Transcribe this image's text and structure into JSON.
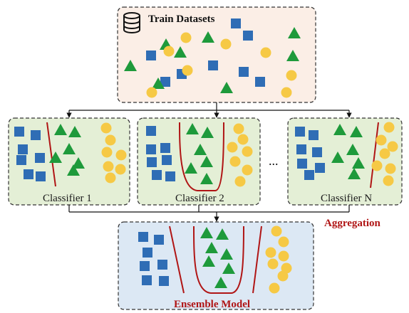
{
  "title": "Train Datasets",
  "classifiers": [
    "Classifier 1",
    "Classifier 2",
    "Classifier N"
  ],
  "ellipsis": "...",
  "aggregation": "Aggregation",
  "ensemble": "Ensemble Model",
  "icons": {
    "database": "database-icon"
  },
  "colors": {
    "square": "#2f6db5",
    "triangle": "#1e9a3b",
    "circle": "#f6c945",
    "boundary": "#b01515",
    "train_bg": "#fbeee6",
    "classifier_bg": "#e4efd6",
    "ensemble_bg": "#dce8f4"
  }
}
